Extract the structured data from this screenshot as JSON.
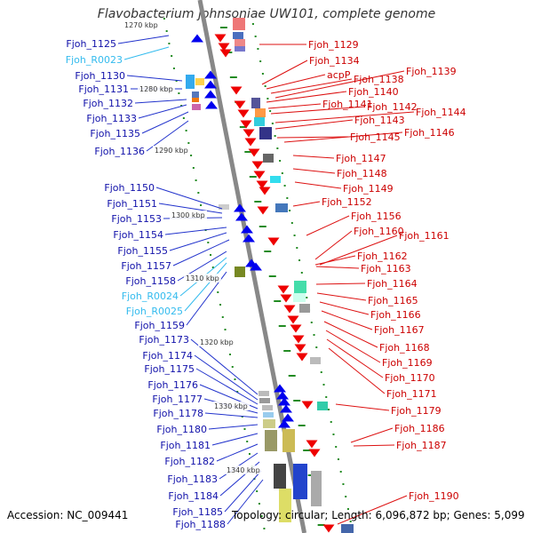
{
  "title": "Flavobacterium johnsoniae UW101, complete genome",
  "accession_text": "Accession: NC_009441",
  "topology_text": "Topology: circular; Length: 6,096,872 bp; Genes: 5,099",
  "colors": {
    "forward_gene": "#0000ee",
    "reverse_gene": "#ee0000",
    "rna_label": "#33bbee",
    "backbone": "#888888",
    "ruler_tick": "#228b22"
  },
  "ruler_labels": [
    "1270 kbp",
    "1280 kbp",
    "1290 kbp",
    "1300 kbp",
    "1310 kbp",
    "1320 kbp",
    "1330 kbp",
    "1340 kbp"
  ],
  "left_labels": [
    "Fjoh_1125",
    "Fjoh_R0023",
    "Fjoh_1130",
    "Fjoh_1131",
    "Fjoh_1132",
    "Fjoh_1133",
    "Fjoh_1135",
    "Fjoh_1136",
    "Fjoh_1150",
    "Fjoh_1151",
    "Fjoh_1153",
    "Fjoh_1154",
    "Fjoh_1155",
    "Fjoh_1157",
    "Fjoh_1158",
    "Fjoh_R0024",
    "Fjoh_R0025",
    "Fjoh_1159",
    "Fjoh_1173",
    "Fjoh_1174",
    "Fjoh_1175",
    "Fjoh_1176",
    "Fjoh_1177",
    "Fjoh_1178",
    "Fjoh_1180",
    "Fjoh_1181",
    "Fjoh_1182",
    "Fjoh_1183",
    "Fjoh_1184",
    "Fjoh_1185",
    "Fjoh_1188"
  ],
  "right_labels": [
    "Fjoh_1129",
    "Fjoh_1134",
    "acpP",
    "Fjoh_1138",
    "Fjoh_1139",
    "Fjoh_1140",
    "Fjoh_1141",
    "Fjoh_1142",
    "Fjoh_1144",
    "Fjoh_1143",
    "Fjoh_1145",
    "Fjoh_1146",
    "Fjoh_1147",
    "Fjoh_1148",
    "Fjoh_1149",
    "Fjoh_1152",
    "Fjoh_1156",
    "Fjoh_1160",
    "Fjoh_1161",
    "Fjoh_1162",
    "Fjoh_1163",
    "Fjoh_1164",
    "Fjoh_1165",
    "Fjoh_1166",
    "Fjoh_1167",
    "Fjoh_1168",
    "Fjoh_1169",
    "Fjoh_1170",
    "Fjoh_1171",
    "Fjoh_1179",
    "Fjoh_1186",
    "Fjoh_1187",
    "Fjoh_1190"
  ]
}
